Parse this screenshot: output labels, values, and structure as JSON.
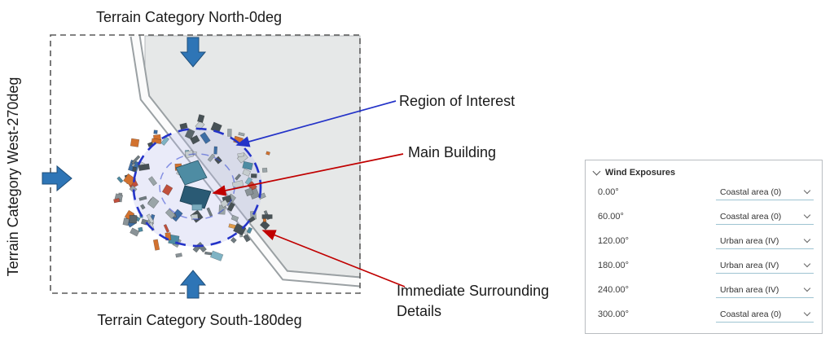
{
  "figure": {
    "north_label": "Terrain Category North-0deg",
    "west_label": "Terrain Category West-270deg",
    "south_label": "Terrain Category South-180deg",
    "roi_label": "Region of Interest",
    "main_building_label": "Main Building",
    "immediate_label_line1": "Immediate Surrounding",
    "immediate_label_line2": "Details",
    "colors": {
      "flow_arrow_fill": "#2e75b6",
      "flow_arrow_edge": "#1f4e79",
      "roi_circle": "#2433c8",
      "roi_annotation": "#2433c8",
      "red_annotation": "#c00000",
      "terrain_fill": "#e6e8e8"
    }
  },
  "wind_panel": {
    "title": "Wind Exposures",
    "rows": [
      {
        "angle": "0.00°",
        "value": "Coastal area (0)"
      },
      {
        "angle": "60.00°",
        "value": "Coastal area (0)"
      },
      {
        "angle": "120.00°",
        "value": "Urban area (IV)"
      },
      {
        "angle": "180.00°",
        "value": "Urban area (IV)"
      },
      {
        "angle": "240.00°",
        "value": "Urban area (IV)"
      },
      {
        "angle": "300.00°",
        "value": "Coastal area (0)"
      }
    ]
  }
}
